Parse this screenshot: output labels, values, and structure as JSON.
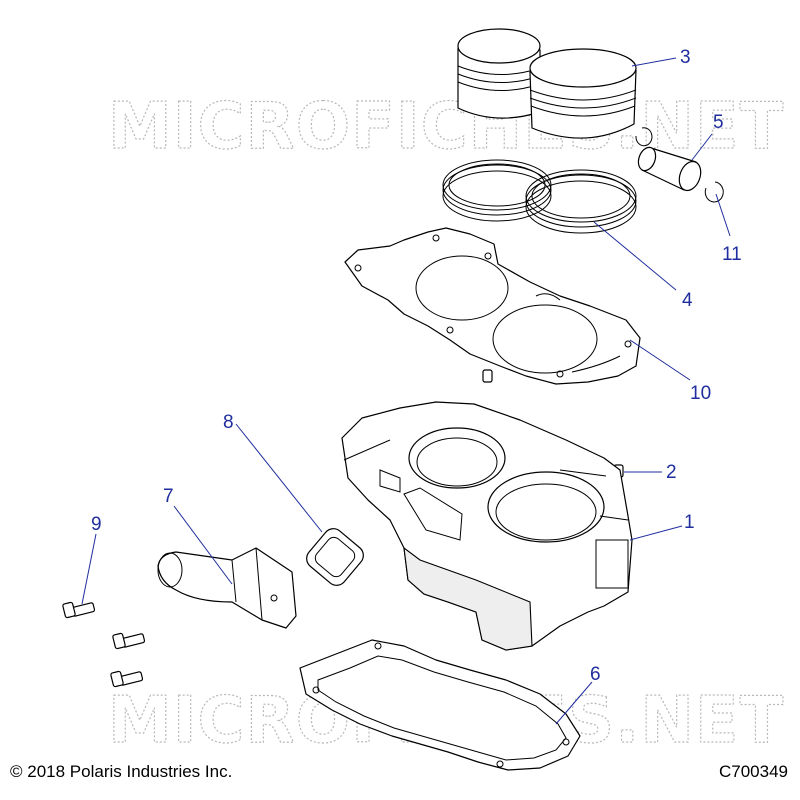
{
  "watermark": {
    "text": "MICROFICHES.NET"
  },
  "callouts": {
    "c1": "1",
    "c2": "2",
    "c3": "3",
    "c4": "4",
    "c5": "5",
    "c6": "6",
    "c7": "7",
    "c8": "8",
    "c9": "9",
    "c10": "10",
    "c11": "11"
  },
  "footer": {
    "copyright": "© 2018 Polaris Industries Inc.",
    "part_code": "C700349"
  },
  "colors": {
    "callout": "#1f2d9e",
    "line": "#000000",
    "watermark": "#b9b9b9"
  }
}
